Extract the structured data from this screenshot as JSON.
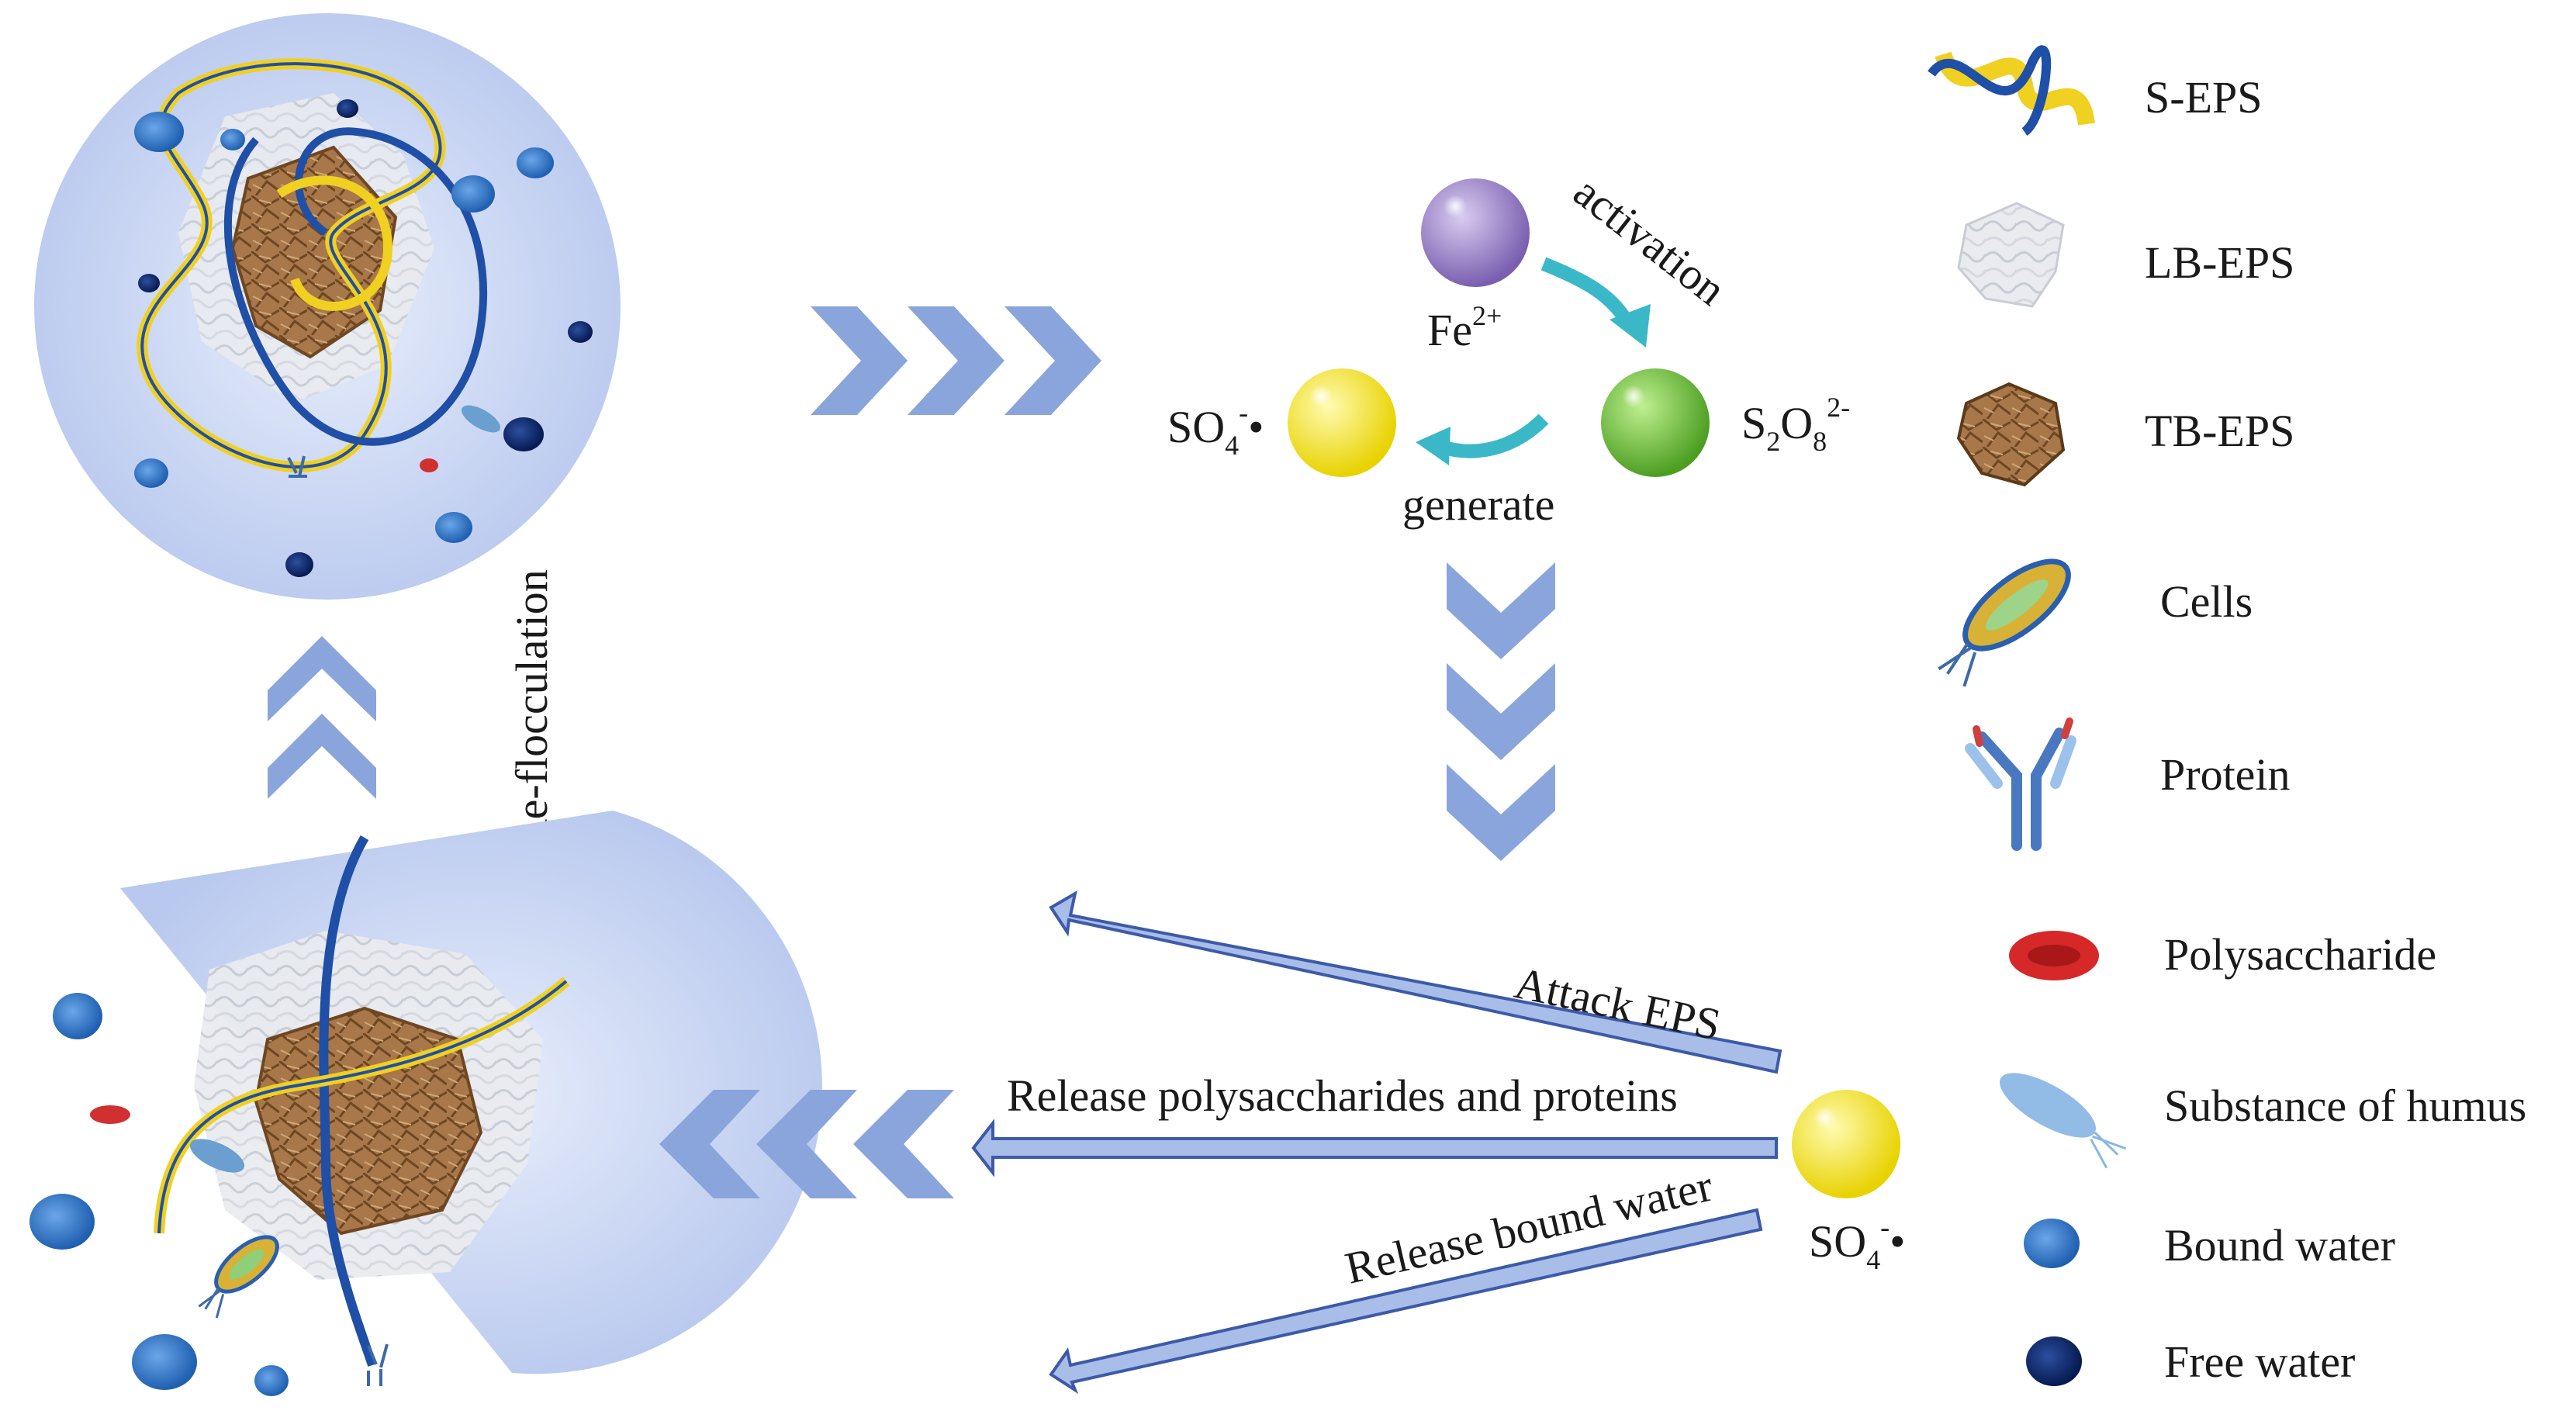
{
  "reaction": {
    "fe": "Fe",
    "fe_charge": "2+",
    "activation": "activation",
    "generate": "generate",
    "persulfate_s": "S",
    "persulfate_s_sub": "2",
    "persulfate_o": "O",
    "persulfate_o_sub": "8",
    "persulfate_charge": "2-",
    "radical_so": "SO",
    "radical_sub": "4",
    "radical_charge": "-",
    "radical_dot": "•"
  },
  "process": {
    "reflocculation": "Re-flocculation",
    "attack": "Attack EPS",
    "release_ps": "Release polysaccharides and proteins",
    "release_water": "Release bound water"
  },
  "legend": [
    {
      "icon": "s-eps-icon",
      "label": "S-EPS"
    },
    {
      "icon": "lb-eps-icon",
      "label": "LB-EPS"
    },
    {
      "icon": "tb-eps-icon",
      "label": "TB-EPS"
    },
    {
      "icon": "cell-icon",
      "label": "Cells"
    },
    {
      "icon": "protein-icon",
      "label": "Protein"
    },
    {
      "icon": "polysaccharide-icon",
      "label": "Polysaccharide"
    },
    {
      "icon": "humus-icon",
      "label": "Substance of humus"
    },
    {
      "icon": "bound-water-icon",
      "label": "Bound water"
    },
    {
      "icon": "free-water-icon",
      "label": "Free water"
    }
  ],
  "colors": {
    "circle_fill": "#bccbec",
    "chevron": "#8aa4dc",
    "arrow_fill": "#a9bde9",
    "arrow_stroke": "#3d5aa8",
    "fe_ball": "#9a82c9",
    "persulfate_ball": "#6fc23f",
    "radical_ball": "#f2e600",
    "activation_arrow": "#3bb8c8",
    "eps_yellow": "#f0d020",
    "eps_blue": "#1f4fa6",
    "tb_brown": "#9a6a3a",
    "bound_water": "#2a6fc0",
    "free_water": "#0a2560"
  }
}
